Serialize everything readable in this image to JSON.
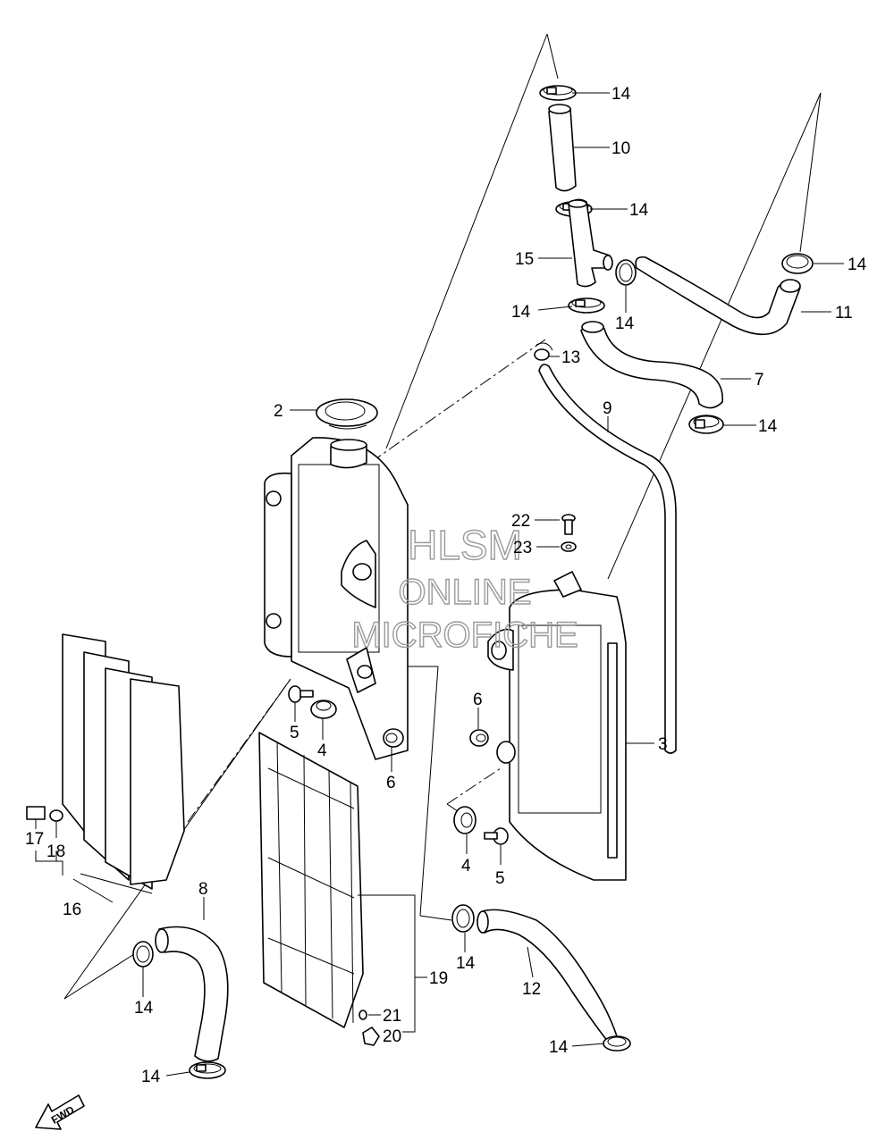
{
  "watermark": {
    "line1": "HLSM",
    "line2": "ONLINE",
    "line3": "MICROFICHE"
  },
  "fwd_label": "FWD",
  "callouts": [
    {
      "id": "c14a",
      "text": "14"
    },
    {
      "id": "c10",
      "text": "10"
    },
    {
      "id": "c14b",
      "text": "14"
    },
    {
      "id": "c15",
      "text": "15"
    },
    {
      "id": "c14c",
      "text": "14"
    },
    {
      "id": "c14d",
      "text": "14"
    },
    {
      "id": "c14e",
      "text": "14"
    },
    {
      "id": "c11",
      "text": "11"
    },
    {
      "id": "c13",
      "text": "13"
    },
    {
      "id": "c7",
      "text": "7"
    },
    {
      "id": "c2",
      "text": "2"
    },
    {
      "id": "c9",
      "text": "9"
    },
    {
      "id": "c14f",
      "text": "14"
    },
    {
      "id": "c22",
      "text": "22"
    },
    {
      "id": "c23",
      "text": "23"
    },
    {
      "id": "c3",
      "text": "3"
    },
    {
      "id": "c5a",
      "text": "5"
    },
    {
      "id": "c4a",
      "text": "4"
    },
    {
      "id": "c6a",
      "text": "6"
    },
    {
      "id": "c6b",
      "text": "6"
    },
    {
      "id": "c17",
      "text": "17"
    },
    {
      "id": "c18",
      "text": "18"
    },
    {
      "id": "c16",
      "text": "16"
    },
    {
      "id": "c4b",
      "text": "4"
    },
    {
      "id": "c5b",
      "text": "5"
    },
    {
      "id": "c8",
      "text": "8"
    },
    {
      "id": "c19",
      "text": "19"
    },
    {
      "id": "c14g",
      "text": "14"
    },
    {
      "id": "c12",
      "text": "12"
    },
    {
      "id": "c14h",
      "text": "14"
    },
    {
      "id": "c21",
      "text": "21"
    },
    {
      "id": "c20",
      "text": "20"
    },
    {
      "id": "c14i",
      "text": "14"
    },
    {
      "id": "c14j",
      "text": "14"
    }
  ]
}
